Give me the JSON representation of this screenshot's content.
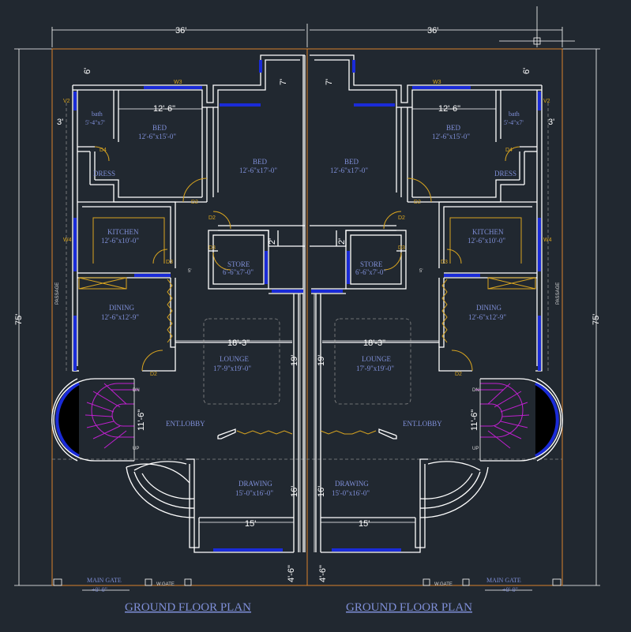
{
  "dimensions": {
    "top_left_width": "36'",
    "top_right_width": "36'",
    "overall_depth_left": "75'",
    "overall_depth_right": "75'",
    "bath_setback": "6'",
    "bed_setback": "7'",
    "side_setback": "3'",
    "bed_width": "12'-6\"",
    "lounge_width": "18'-3\"",
    "lounge_depth": "19'",
    "lobby_depth": "11'-6\"",
    "drawing_depth": "16'",
    "drawing_width": "15'",
    "front_setback": "4'-6\"",
    "store_gap": "2'",
    "passage_gap": "5'"
  },
  "rooms": {
    "bath": {
      "name": "bath",
      "size": "5'-4\"x7'"
    },
    "bed_side": {
      "name": "BED",
      "size": "12'-6\"x15'-0\""
    },
    "bed_center": {
      "name": "BED",
      "size": "12'-6\"x17'-0\""
    },
    "dress": {
      "name": "DRESS"
    },
    "kitchen": {
      "name": "KITCHEN",
      "size": "12'-6\"x10'-0\""
    },
    "store": {
      "name": "STORE",
      "size": "6'-6\"x7'-0\""
    },
    "dining": {
      "name": "DINING",
      "size": "12'-6\"x12'-9\""
    },
    "lounge": {
      "name": "LOUNGE",
      "size": "17'-9\"x19'-0\""
    },
    "lobby": {
      "name": "ENT.LOBBY"
    },
    "drawing": {
      "name": "DRAWING",
      "size": "15'-0\"x16'-0\""
    },
    "passage": {
      "name": "PASSAGE"
    }
  },
  "tags": {
    "d2": "D2",
    "d3": "D3",
    "d4": "D4",
    "w3": "W3",
    "w4": "W4",
    "v2": "V2",
    "dn": "DN",
    "up": "UP"
  },
  "gates": {
    "main_gate": "MAIN GATE",
    "w_gate": "W.GATE",
    "level": "+0'-0\""
  },
  "captions": {
    "left": "GROUND FLOOR PLAN",
    "right": "GROUND FLOOR PLAN"
  },
  "colors": {
    "background": "#212830",
    "walls": "#ffffff",
    "windows": "#1a2bd8",
    "doors": "#d9a520",
    "labels": "#7f8fd8",
    "stairs": "#c020d0",
    "boundary": "#d9822b"
  }
}
